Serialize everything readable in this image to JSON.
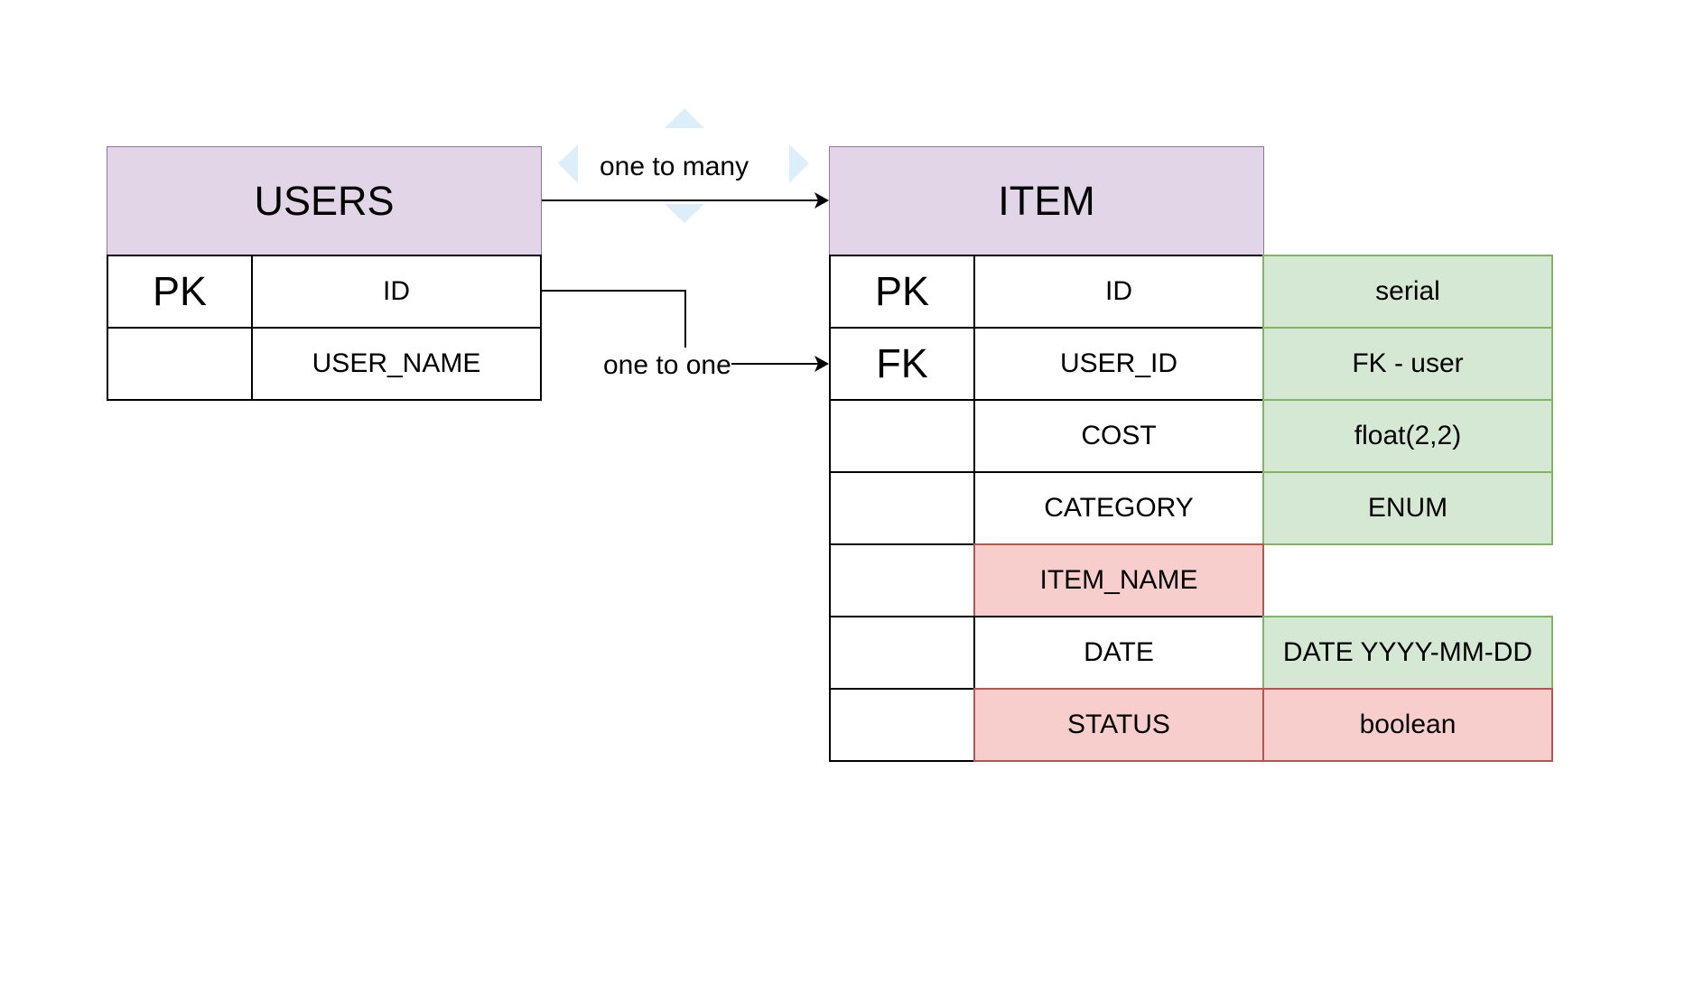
{
  "users": {
    "title": "USERS",
    "rows": [
      {
        "key": "PK",
        "field": "ID"
      },
      {
        "key": "",
        "field": "USER_NAME"
      }
    ]
  },
  "item": {
    "title": "ITEM",
    "rows": [
      {
        "key": "PK",
        "field": "ID",
        "type": "serial"
      },
      {
        "key": "FK",
        "field": "USER_ID",
        "type": "FK - user"
      },
      {
        "key": "",
        "field": "COST",
        "type": "float(2,2)"
      },
      {
        "key": "",
        "field": "CATEGORY",
        "type": "ENUM"
      },
      {
        "key": "",
        "field": "ITEM_NAME",
        "type": ""
      },
      {
        "key": "",
        "field": "DATE",
        "type": "DATE YYYY-MM-DD"
      },
      {
        "key": "",
        "field": "STATUS",
        "type": "boolean"
      }
    ]
  },
  "relations": {
    "one_to_many": "one to many",
    "one_to_one": "one to one"
  },
  "colors": {
    "header_fill": "#e1d5e7",
    "header_stroke": "#9673a6",
    "ok_fill": "#d5e8d4",
    "ok_stroke": "#82b366",
    "issue_fill": "#f8cecc",
    "issue_stroke": "#b85450",
    "selection_handles": "#dbeef9"
  }
}
